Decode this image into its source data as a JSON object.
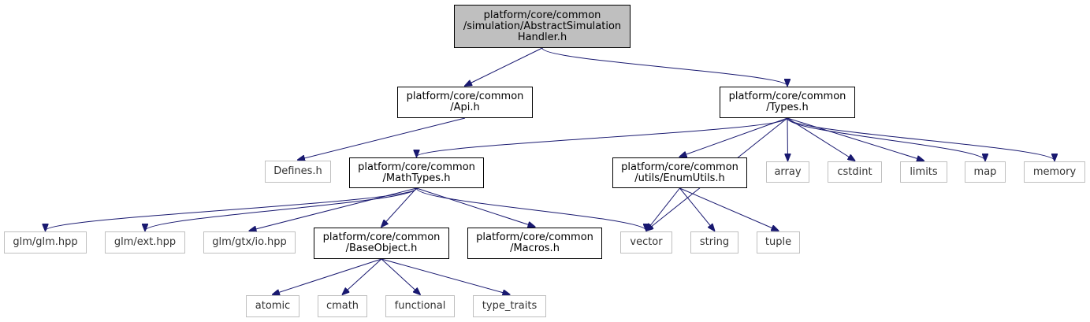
{
  "colors": {
    "edge": "#191970",
    "root_fill": "#bfbfbf",
    "external_border": "#bfbfbf",
    "internal_border": "#000000"
  },
  "nodes": {
    "root": [
      "platform/core/common",
      "/simulation/AbstractSimulation",
      "Handler.h"
    ],
    "api": [
      "platform/core/common",
      "/Api.h"
    ],
    "types": [
      "platform/core/common",
      "/Types.h"
    ],
    "defines": [
      "Defines.h"
    ],
    "mathtypes": [
      "platform/core/common",
      "/MathTypes.h"
    ],
    "enumutils": [
      "platform/core/common",
      "/utils/EnumUtils.h"
    ],
    "array": [
      "array"
    ],
    "cstdint": [
      "cstdint"
    ],
    "limits": [
      "limits"
    ],
    "map": [
      "map"
    ],
    "memory": [
      "memory"
    ],
    "glm_hpp": [
      "glm/glm.hpp"
    ],
    "glm_ext": [
      "glm/ext.hpp"
    ],
    "glm_gtx_io": [
      "glm/gtx/io.hpp"
    ],
    "baseobject": [
      "platform/core/common",
      "/BaseObject.h"
    ],
    "macros": [
      "platform/core/common",
      "/Macros.h"
    ],
    "vector": [
      "vector"
    ],
    "string": [
      "string"
    ],
    "tuple": [
      "tuple"
    ],
    "atomic": [
      "atomic"
    ],
    "cmath": [
      "cmath"
    ],
    "functional": [
      "functional"
    ],
    "type_traits": [
      "type_traits"
    ]
  },
  "edges": [
    [
      "root",
      "api"
    ],
    [
      "root",
      "types"
    ],
    [
      "api",
      "defines"
    ],
    [
      "types",
      "mathtypes"
    ],
    [
      "types",
      "vector"
    ],
    [
      "types",
      "enumutils"
    ],
    [
      "types",
      "array"
    ],
    [
      "types",
      "cstdint"
    ],
    [
      "types",
      "limits"
    ],
    [
      "types",
      "map"
    ],
    [
      "types",
      "memory"
    ],
    [
      "mathtypes",
      "glm_hpp"
    ],
    [
      "mathtypes",
      "glm_ext"
    ],
    [
      "mathtypes",
      "glm_gtx_io"
    ],
    [
      "mathtypes",
      "baseobject"
    ],
    [
      "mathtypes",
      "macros"
    ],
    [
      "mathtypes",
      "vector"
    ],
    [
      "enumutils",
      "vector"
    ],
    [
      "enumutils",
      "string"
    ],
    [
      "enumutils",
      "tuple"
    ],
    [
      "baseobject",
      "atomic"
    ],
    [
      "baseobject",
      "cmath"
    ],
    [
      "baseobject",
      "functional"
    ],
    [
      "baseobject",
      "type_traits"
    ]
  ]
}
